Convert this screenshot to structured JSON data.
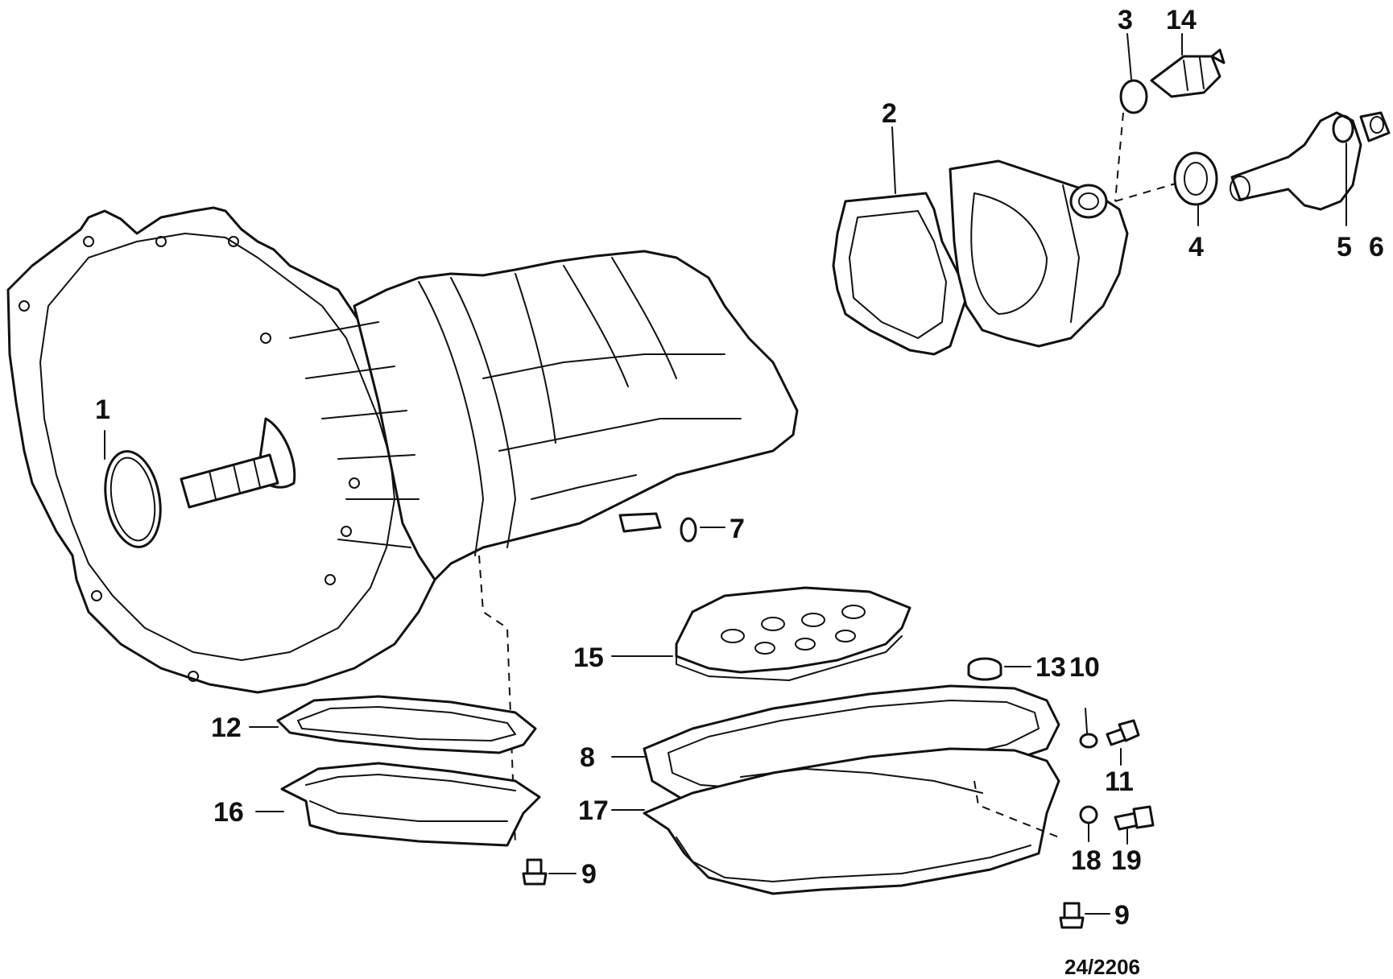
{
  "diagram": {
    "reference_code": "24/2206",
    "callouts": {
      "c1": "1",
      "c2": "2",
      "c3": "3",
      "c4": "4",
      "c5": "5",
      "c6": "6",
      "c7": "7",
      "c8": "8",
      "c9a": "9",
      "c9b": "9",
      "c10": "10",
      "c11": "11",
      "c12": "12",
      "c13": "13",
      "c14": "14",
      "c15": "15",
      "c16": "16",
      "c17": "17",
      "c18": "18",
      "c19": "19"
    }
  }
}
